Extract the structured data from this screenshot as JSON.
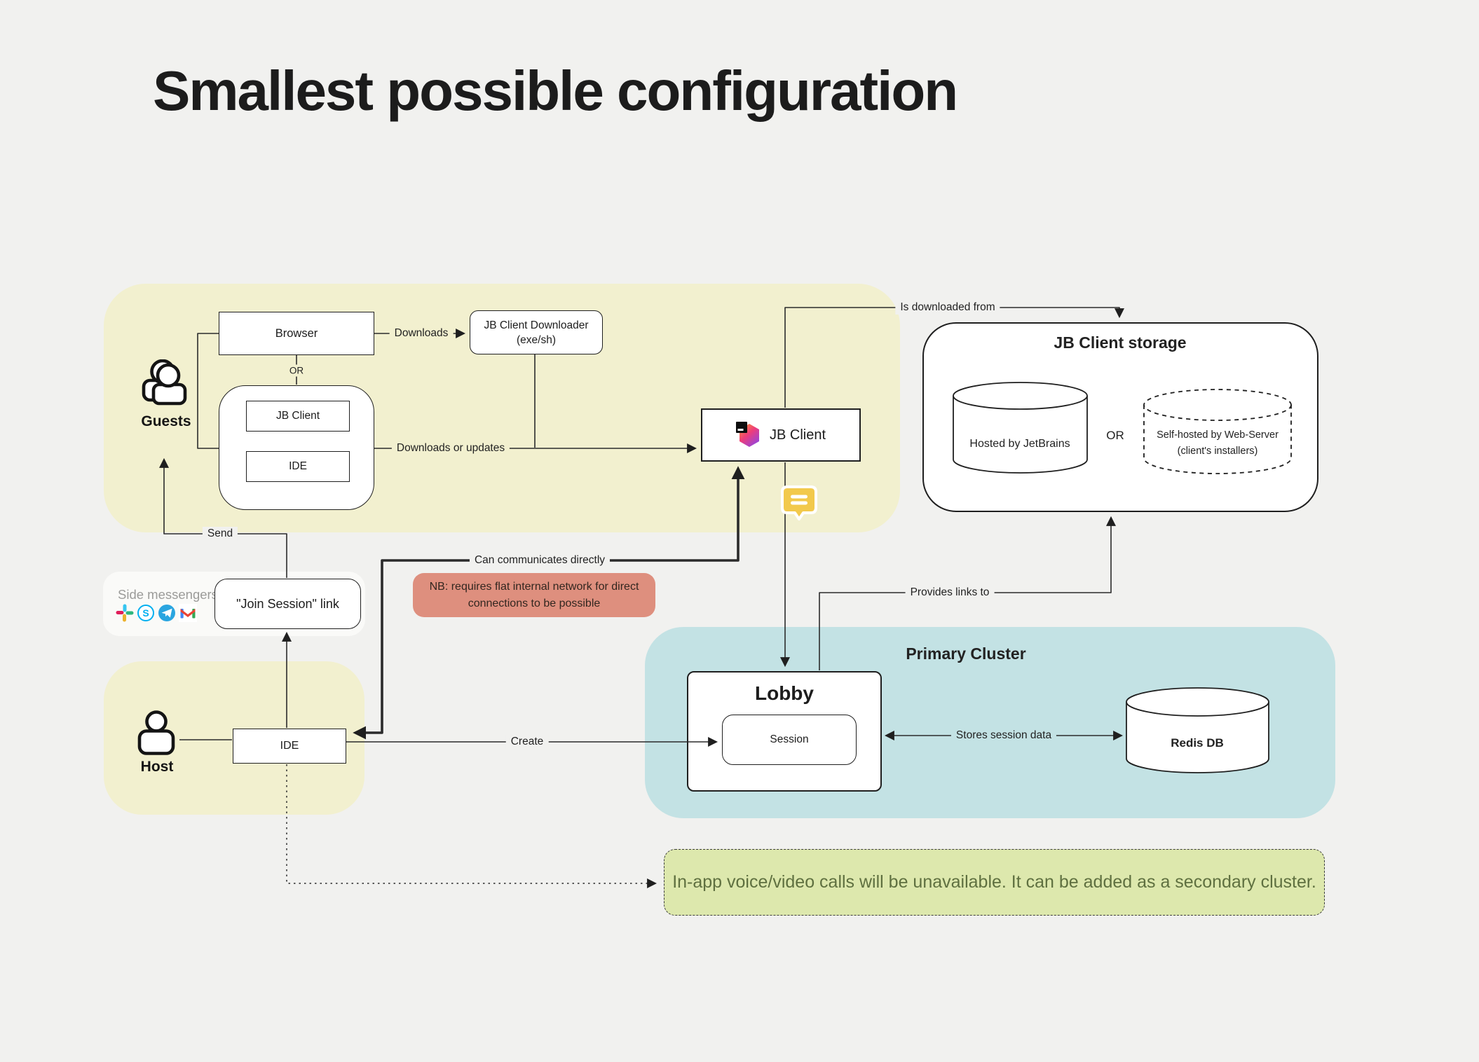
{
  "title": "Smallest possible configuration",
  "guests_zone": {
    "label": "Guests",
    "browser": "Browser",
    "downloader": "JB Client Downloader",
    "downloader_sub": "(exe/sh)",
    "jb_client": "JB Client",
    "ide": "IDE"
  },
  "jb_client_node": {
    "label": "JB Client"
  },
  "storage": {
    "title": "JB Client storage",
    "hosted": "Hosted by JetBrains",
    "or": "OR",
    "self_hosted": "Self-hosted by Web-Server",
    "self_hosted_sub": "(client's installers)"
  },
  "side_messengers": {
    "label": "Side messengers",
    "icons": [
      "slack",
      "skype",
      "telegram",
      "gmail"
    ],
    "join_link": "\"Join Session\" link"
  },
  "host_zone": {
    "label": "Host",
    "ide": "IDE"
  },
  "primary_cluster": {
    "title": "Primary Cluster",
    "lobby": "Lobby",
    "session": "Session",
    "redis": "Redis DB"
  },
  "edges": {
    "downloads": "Downloads",
    "or_small": "OR",
    "downloads_or_updates": "Downloads or updates",
    "send": "Send",
    "can_communicate": "Can communicates directly",
    "is_downloaded_from": "Is downloaded from",
    "provides_links_to": "Provides links to",
    "create": "Create",
    "stores_session_data": "Stores session data"
  },
  "notes": {
    "nb": "NB: requires flat internal network for direct connections to be possible",
    "secondary": "In-app voice/video calls will be unavailable. It can be added as a secondary cluster."
  },
  "colors": {
    "background": "#f1f1ef",
    "zone_yellow": "#f2f0cf",
    "zone_teal": "#c3e2e4",
    "note_salmon": "#de8f7e",
    "note_green_bg": "#dde8ad",
    "note_green_text": "#5f7040",
    "comment_yellow": "#f2c94c",
    "line": "#2b2b2b"
  }
}
